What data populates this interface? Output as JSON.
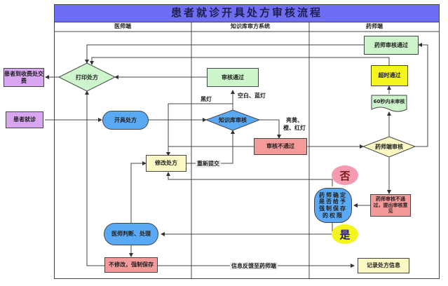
{
  "title": "患者就诊开具处方审核流程",
  "lanes": [
    "医师端",
    "知识库审方系统",
    "药师端"
  ],
  "external_nodes": {
    "patient_payment": "患者到收费处交费",
    "patient_visit": "患者就诊"
  },
  "doctor_nodes": {
    "print_prescription": "打印处方",
    "issue_prescription": "开具处方",
    "modify_prescription": "修改处方",
    "doctor_judge": "医师判断、处理",
    "no_modify_force_save": "不修改，强制保存"
  },
  "kb_nodes": {
    "review_pass": "审核通过",
    "kb_review": "知识库审核",
    "review_fail": "审核不通过"
  },
  "pharmacist_nodes": {
    "pharmacist_pass": "药师审核通过",
    "timeout_pass": "超时通过",
    "not_reviewed_60s": "60秒内未审核",
    "pharmacist_review": "药师端审核",
    "pharmacist_reject": "药师审核不通过，提出审核意见",
    "force_save_right": "药师确定是否给予强制保存的权限",
    "record_info": "记录处方信息"
  },
  "edge_labels": {
    "black_light": "黑灯",
    "blank_blue_light": "空白、蓝灯",
    "yellow_orange_red": "亮黄、橙、红灯",
    "resubmit": "重新提交",
    "feedback_to_pharmacist": "信息反馈至药师端"
  },
  "decision_badges": {
    "no": "否",
    "yes": "是"
  },
  "colors": {
    "title_bg": "#6e6ef5",
    "purple": "#d9a6f2",
    "green": "#ccf5cc",
    "blue": "#5aa9f5",
    "cream": "#fbf8c4",
    "pink": "#f59a9a",
    "yellow": "#f5f51e",
    "badge_no": "#f59ab0",
    "badge_yes": "#f5f51e"
  }
}
